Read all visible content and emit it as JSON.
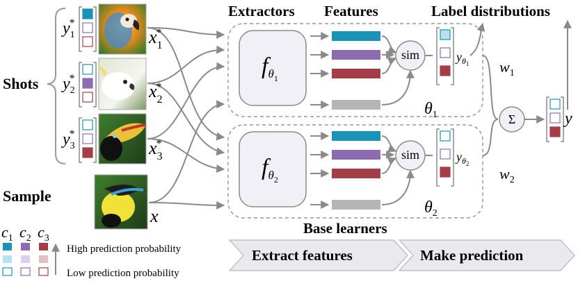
{
  "headers": {
    "extractors": "Extractors",
    "features": "Features",
    "label_distributions": "Label distributions",
    "base_learners": "Base learners"
  },
  "left": {
    "shots": "Shots",
    "sample": "Sample"
  },
  "shots": [
    {
      "y": "y",
      "y_sub": "1",
      "x": "x",
      "x_sub": "1",
      "star": "*",
      "highlight": 0,
      "photo": "parrot"
    },
    {
      "y": "y",
      "y_sub": "2",
      "x": "x",
      "x_sub": "2",
      "star": "*",
      "highlight": 1,
      "photo": "cockatoo"
    },
    {
      "y": "y",
      "y_sub": "3",
      "x": "x",
      "x_sub": "3",
      "star": "*",
      "highlight": 2,
      "photo": "toucan"
    }
  ],
  "sample": {
    "x": "x",
    "photo": "toucan"
  },
  "learners": [
    {
      "f": "f",
      "theta": "θ",
      "sub": "1",
      "sim": "sim",
      "y": "y",
      "w": "w",
      "w_sub": "1"
    },
    {
      "f": "f",
      "theta": "θ",
      "sub": "2",
      "sim": "sim",
      "y": "y",
      "w": "w",
      "w_sub": "2"
    }
  ],
  "sum_symbol": "Σ",
  "output_label": "y",
  "legend": {
    "c": "c",
    "classes": [
      "1",
      "2",
      "3"
    ],
    "high": "High prediction probability",
    "low": "Low  prediction probability"
  },
  "steps": {
    "extract": "Extract features",
    "predict": "Make prediction"
  },
  "colors": {
    "class1": "#1a93b8",
    "class2": "#8c6bb1",
    "class3": "#a63c46",
    "class1_light": "#b9e0ee",
    "class2_light": "#ddd0ea",
    "class3_light": "#e5bcc0",
    "query_feature": "#b5b5b5",
    "arrow": "#8a8a8a",
    "node_fill": "#f1f0f7",
    "step_fill": "#e9e9ee"
  }
}
